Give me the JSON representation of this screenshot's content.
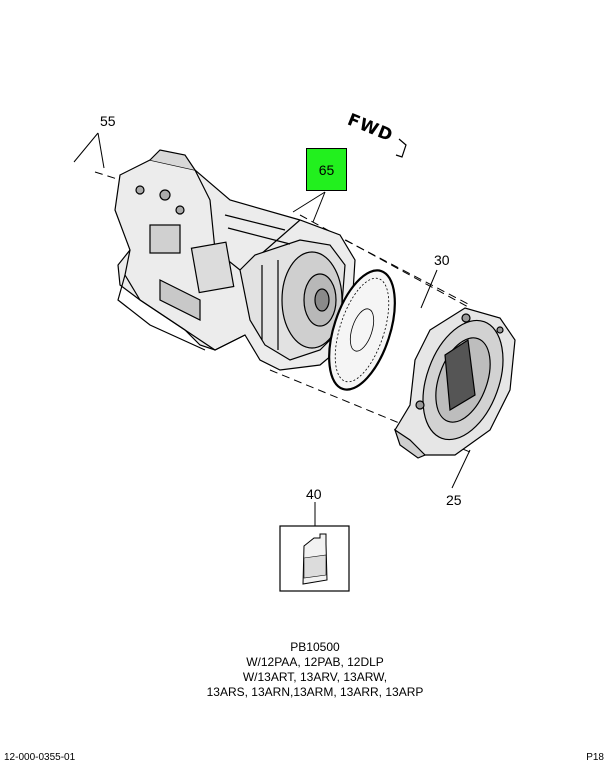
{
  "callouts": {
    "c55": "55",
    "c65": "65",
    "c30": "30",
    "c40": "40",
    "c25": "25"
  },
  "fwd": {
    "text": "FWD"
  },
  "caption": {
    "line1": "PB10500",
    "line2": "W/12PAA, 12PAB, 12DLP",
    "line3": "W/13ART, 13ARV, 13ARW,",
    "line4": "13ARS, 13ARN,13ARM, 13ARR, 13ARP"
  },
  "footer": {
    "left": "12-000-0355-01",
    "right": "P18"
  },
  "colors": {
    "highlight": "#22f01e",
    "line": "#000000"
  }
}
